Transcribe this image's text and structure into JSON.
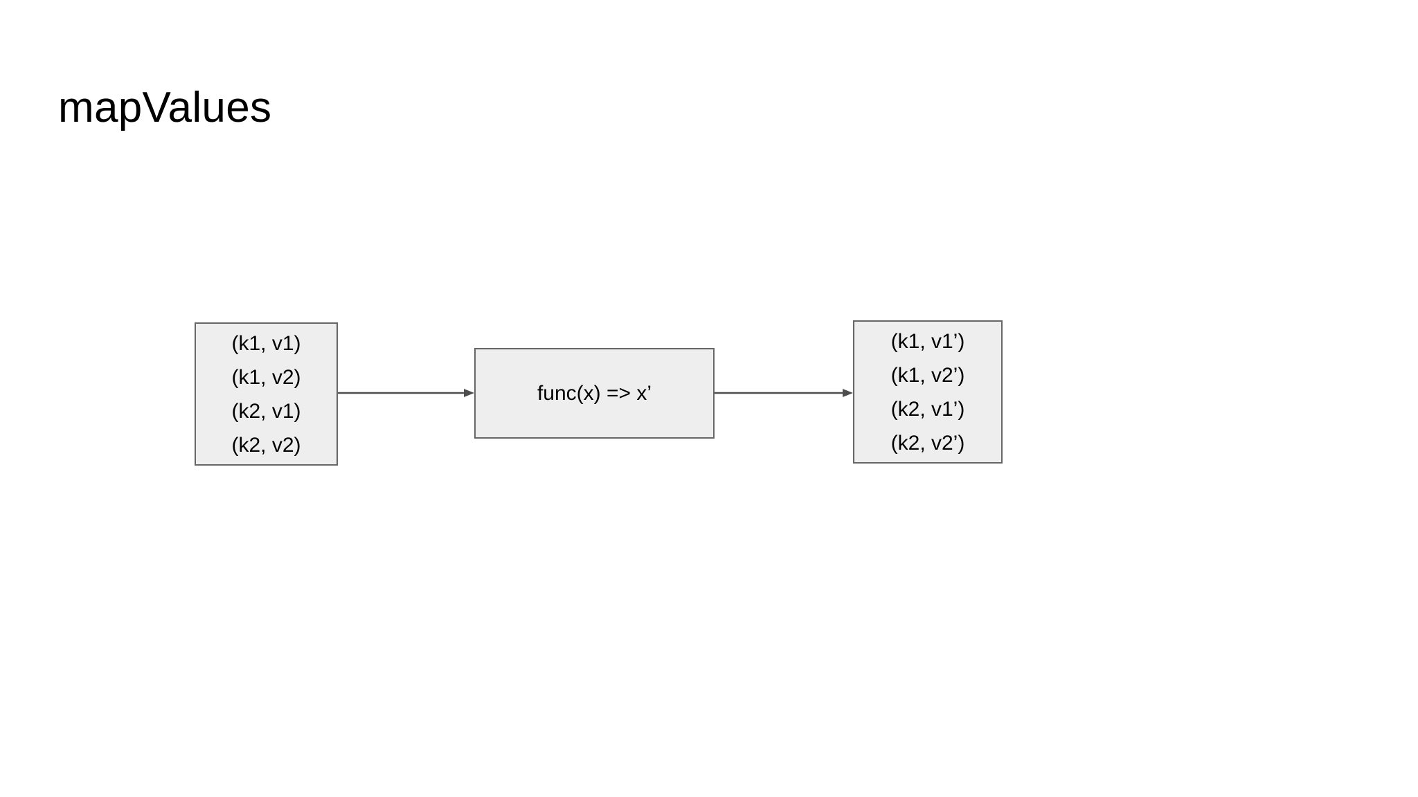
{
  "slide": {
    "title": "mapValues",
    "background_color": "#ffffff"
  },
  "diagram": {
    "type": "flow",
    "box_fill_color": "#eeeeee",
    "box_border_color": "#666666",
    "arrow_color": "#4d4d4d",
    "input_box": {
      "name": "input-pairs",
      "lines": [
        "(k1, v1)",
        "(k1, v2)",
        "(k2, v1)",
        "(k2, v2)"
      ]
    },
    "function_box": {
      "name": "transform-function",
      "label": "func(x) => x’"
    },
    "output_box": {
      "name": "output-pairs",
      "lines": [
        "(k1, v1’)",
        "(k1, v2’)",
        "(k2, v1’)",
        "(k2, v2’)"
      ]
    },
    "arrows": [
      {
        "name": "input-to-function",
        "direction": "right"
      },
      {
        "name": "function-to-output",
        "direction": "right"
      }
    ]
  }
}
